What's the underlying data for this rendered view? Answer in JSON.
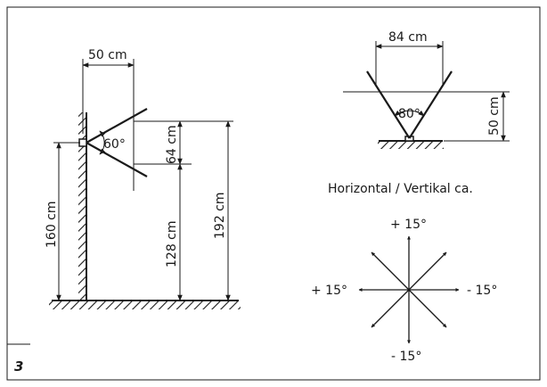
{
  "figure_number": "3",
  "wall_mount": {
    "width_label": "50 cm",
    "angle_label": "60°",
    "cone_height_label": "64 cm",
    "total_height_label": "192 cm",
    "lower_height_label": "128 cm",
    "mount_height_label": "160 cm"
  },
  "floor_mount": {
    "width_label": "84 cm",
    "angle_label": "80°",
    "height_label": "50 cm"
  },
  "adjustment": {
    "caption": "Horizontal / Vertikal ca.",
    "up_label": "+ 15°",
    "down_label": "- 15°",
    "left_label": "+ 15°",
    "right_label": "- 15°"
  }
}
